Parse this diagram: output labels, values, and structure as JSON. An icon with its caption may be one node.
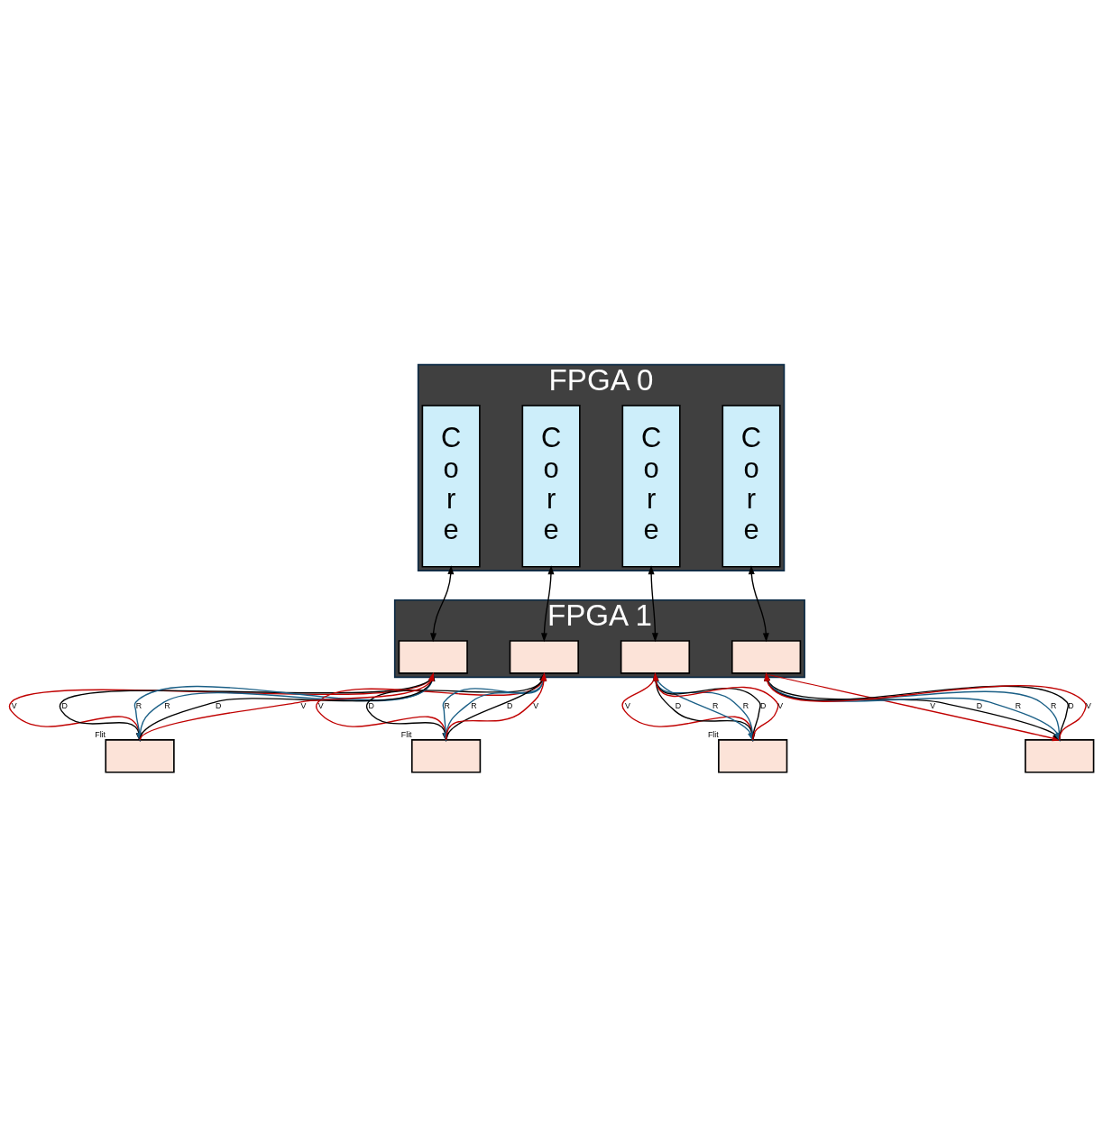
{
  "diagram": {
    "nodes": [
      {
        "text": [
          "FPGA 0"
        ]
      },
      {
        "text": [
          "C o r e"
        ],
        "in": 0
      },
      {
        "text": [
          "C o r e"
        ],
        "in": 0
      },
      {
        "text": [
          "C o r e"
        ],
        "in": 0
      },
      {
        "text": [
          "C o r e"
        ],
        "in": 0
      },
      {
        "text": [
          "FPGA 1"
        ]
      },
      {
        "text": [],
        "shape": "box",
        "in": 5
      },
      {
        "text": [],
        "shape": "box",
        "in": 5
      },
      {
        "text": [],
        "shape": "box",
        "in": 5
      },
      {
        "text": [],
        "shape": "box",
        "in": 5
      },
      {
        "text": [],
        "shape": "box",
        "beside": [
          "Flit"
        ]
      },
      {
        "text": [],
        "shape": "box",
        "beside": [
          "Flit"
        ]
      },
      {
        "text": [],
        "shape": "box",
        "beside": [
          "Flit"
        ]
      },
      {
        "text": [],
        "shape": "box"
      }
    ],
    "edges": [
      {
        "from": 1,
        "to": 6,
        "arrow": "both"
      },
      {
        "from": 2,
        "to": 7,
        "arrow": "both"
      },
      {
        "from": 3,
        "to": 8,
        "arrow": "both"
      },
      {
        "from": 4,
        "to": 9,
        "arrow": "both"
      },
      {
        "from": 10,
        "to": 6,
        "arrow": "to",
        "label": "R",
        "color": "#1a5f86"
      },
      {
        "from": 6,
        "to": 10,
        "arrow": "to",
        "label": "V",
        "color": "#c00000"
      },
      {
        "from": 6,
        "to": 10,
        "arrow": "to",
        "label": "D"
      },
      {
        "from": 10,
        "to": 6,
        "arrow": "to",
        "label": "D"
      },
      {
        "from": 10,
        "to": 6,
        "arrow": "to",
        "label": "V",
        "color": "#c00000"
      },
      {
        "from": 6,
        "to": 10,
        "arrow": "to",
        "label": "R",
        "color": "#1a5f86"
      },
      {
        "from": 11,
        "to": 7,
        "arrow": "to",
        "label": "R",
        "color": "#1a5f86"
      },
      {
        "from": 7,
        "to": 11,
        "arrow": "to",
        "label": "V",
        "color": "#c00000"
      },
      {
        "from": 7,
        "to": 11,
        "arrow": "to",
        "label": "D"
      },
      {
        "from": 11,
        "to": 7,
        "arrow": "to",
        "label": "D"
      },
      {
        "from": 11,
        "to": 7,
        "arrow": "to",
        "label": "V",
        "color": "#c00000"
      },
      {
        "from": 7,
        "to": 11,
        "arrow": "to",
        "label": "R",
        "color": "#1a5f86"
      },
      {
        "from": 12,
        "to": 8,
        "arrow": "to",
        "label": "R",
        "color": "#1a5f86"
      },
      {
        "from": 8,
        "to": 12,
        "arrow": "to",
        "label": "V",
        "color": "#c00000"
      },
      {
        "from": 8,
        "to": 12,
        "arrow": "to",
        "label": "D"
      },
      {
        "from": 12,
        "to": 8,
        "arrow": "to",
        "label": "D"
      },
      {
        "from": 12,
        "to": 8,
        "arrow": "to",
        "label": "V",
        "color": "#c00000"
      },
      {
        "from": 8,
        "to": 12,
        "arrow": "to",
        "label": "R",
        "color": "#1a5f86"
      },
      {
        "from": 13,
        "to": 9,
        "arrow": "to",
        "label": "R",
        "color": "#1a5f86"
      },
      {
        "from": 9,
        "to": 13,
        "arrow": "to",
        "label": "V",
        "color": "#c00000"
      },
      {
        "from": 9,
        "to": 13,
        "arrow": "to",
        "label": "D"
      },
      {
        "from": 13,
        "to": 9,
        "arrow": "to",
        "label": "D"
      },
      {
        "from": 13,
        "to": 9,
        "arrow": "to",
        "label": "V",
        "color": "#c00000"
      },
      {
        "from": 9,
        "to": 13,
        "arrow": "to",
        "label": "R",
        "color": "#1a5f86"
      }
    ]
  }
}
